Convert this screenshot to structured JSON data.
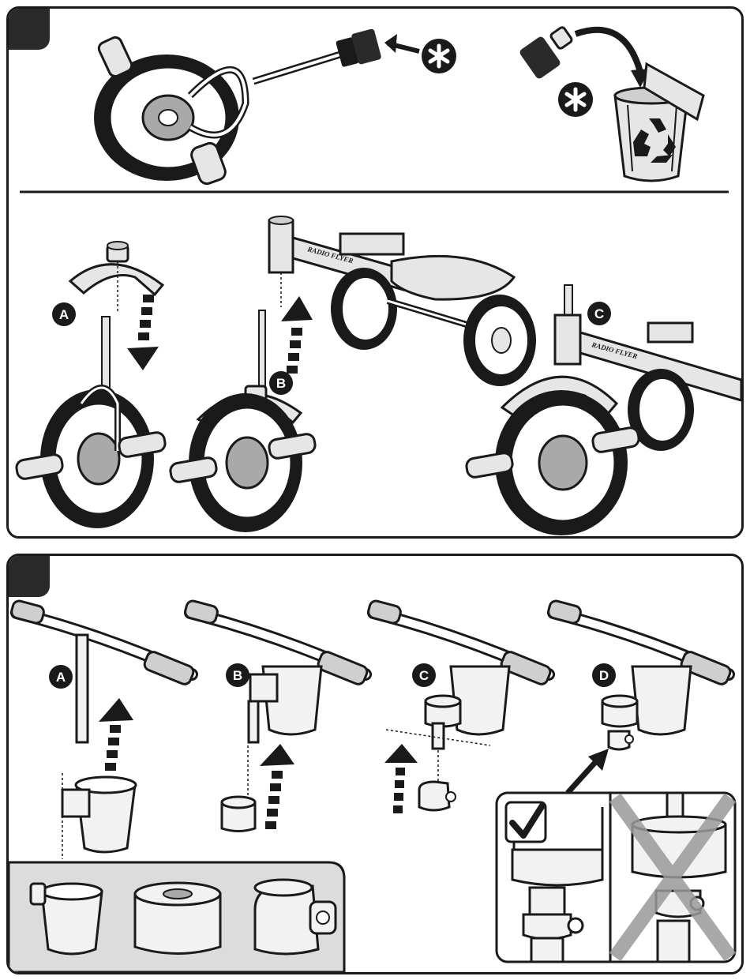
{
  "step_labels": {
    "top": [
      "A",
      "B",
      "C"
    ],
    "bottom": [
      "A",
      "B",
      "C",
      "D"
    ]
  },
  "brand": {
    "logo_text": "RADIO FLYER"
  },
  "colors": {
    "outline": "#1a1a1a",
    "tab": "#2a2a2a",
    "hub_gray": "#a9a9a9",
    "light_gray": "#e6e6e6",
    "parts_tray": "#dcdcdc",
    "cross_gray": "#9a9a9a"
  },
  "icons": [
    "asterisk-icon",
    "recycle-icon",
    "check-icon",
    "cross-icon",
    "arrow-icon"
  ]
}
